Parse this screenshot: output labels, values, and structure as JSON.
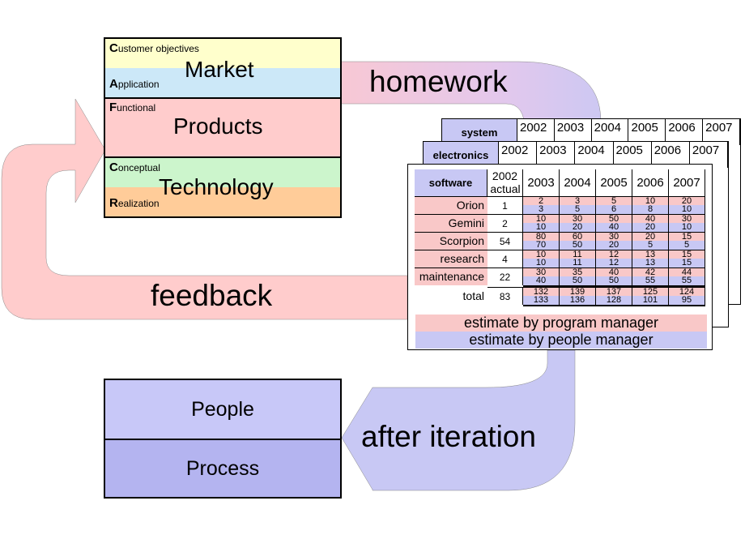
{
  "cafcr": {
    "market": {
      "label": "Market",
      "sub_top": {
        "initial": "C",
        "rest": "ustomer objectives"
      },
      "sub_bottom": {
        "initial": "A",
        "rest": "pplication"
      }
    },
    "products": {
      "label": "Products",
      "sub_top": {
        "initial": "F",
        "rest": "unctional"
      }
    },
    "technology": {
      "label": "Technology",
      "sub_top": {
        "initial": "C",
        "rest": "onceptual"
      },
      "sub_bottom": {
        "initial": "R",
        "rest": "ealization"
      }
    }
  },
  "arrows": {
    "homework": "homework",
    "feedback": "feedback",
    "after_iteration": "after iteration"
  },
  "back_sheets": [
    {
      "title": "system",
      "years": [
        "2002",
        "2003",
        "2004",
        "2005",
        "2006",
        "2007"
      ]
    },
    {
      "title": "electronics",
      "years": [
        "2002",
        "2003",
        "2004",
        "2005",
        "2006",
        "2007"
      ]
    }
  ],
  "table": {
    "title": "software",
    "first_year": "2002",
    "first_year_sub": "actual",
    "years": [
      "2003",
      "2004",
      "2005",
      "2006",
      "2007"
    ],
    "rows": [
      {
        "name": "Orion",
        "actual": "1",
        "program": [
          "2",
          "3",
          "5",
          "10",
          "20"
        ],
        "people": [
          "3",
          "5",
          "6",
          "8",
          "10"
        ]
      },
      {
        "name": "Gemini",
        "actual": "2",
        "program": [
          "10",
          "30",
          "50",
          "40",
          "30"
        ],
        "people": [
          "10",
          "20",
          "40",
          "20",
          "10"
        ]
      },
      {
        "name": "Scorpion",
        "actual": "54",
        "program": [
          "80",
          "60",
          "30",
          "20",
          "15"
        ],
        "people": [
          "70",
          "50",
          "20",
          "5",
          "5"
        ]
      },
      {
        "name": "research",
        "actual": "4",
        "program": [
          "10",
          "11",
          "12",
          "13",
          "15"
        ],
        "people": [
          "10",
          "11",
          "12",
          "13",
          "15"
        ]
      },
      {
        "name": "maintenance",
        "actual": "22",
        "program": [
          "30",
          "35",
          "40",
          "42",
          "44"
        ],
        "people": [
          "40",
          "50",
          "50",
          "55",
          "55"
        ]
      }
    ],
    "total": {
      "name": "total",
      "actual": "83",
      "program": [
        "132",
        "139",
        "137",
        "125",
        "124"
      ],
      "people": [
        "133",
        "136",
        "128",
        "101",
        "95"
      ]
    }
  },
  "legend": {
    "program": "estimate by program manager",
    "people": "estimate by people manager"
  },
  "people_process": {
    "people": "People",
    "process": "Process"
  },
  "colors": {
    "market_top": "#ffffcc",
    "market_bottom": "#cce8f8",
    "products": "#ffcccc",
    "tech_top": "#ccf5cc",
    "tech_bottom": "#ffcc99",
    "program": "#f9c8c8",
    "people": "#c8c8f4",
    "people_box": "#c8c8f8",
    "process_box": "#b4b4f0",
    "arrow_pink": "#ffcccc",
    "arrow_blue": "#c8c8f4"
  }
}
